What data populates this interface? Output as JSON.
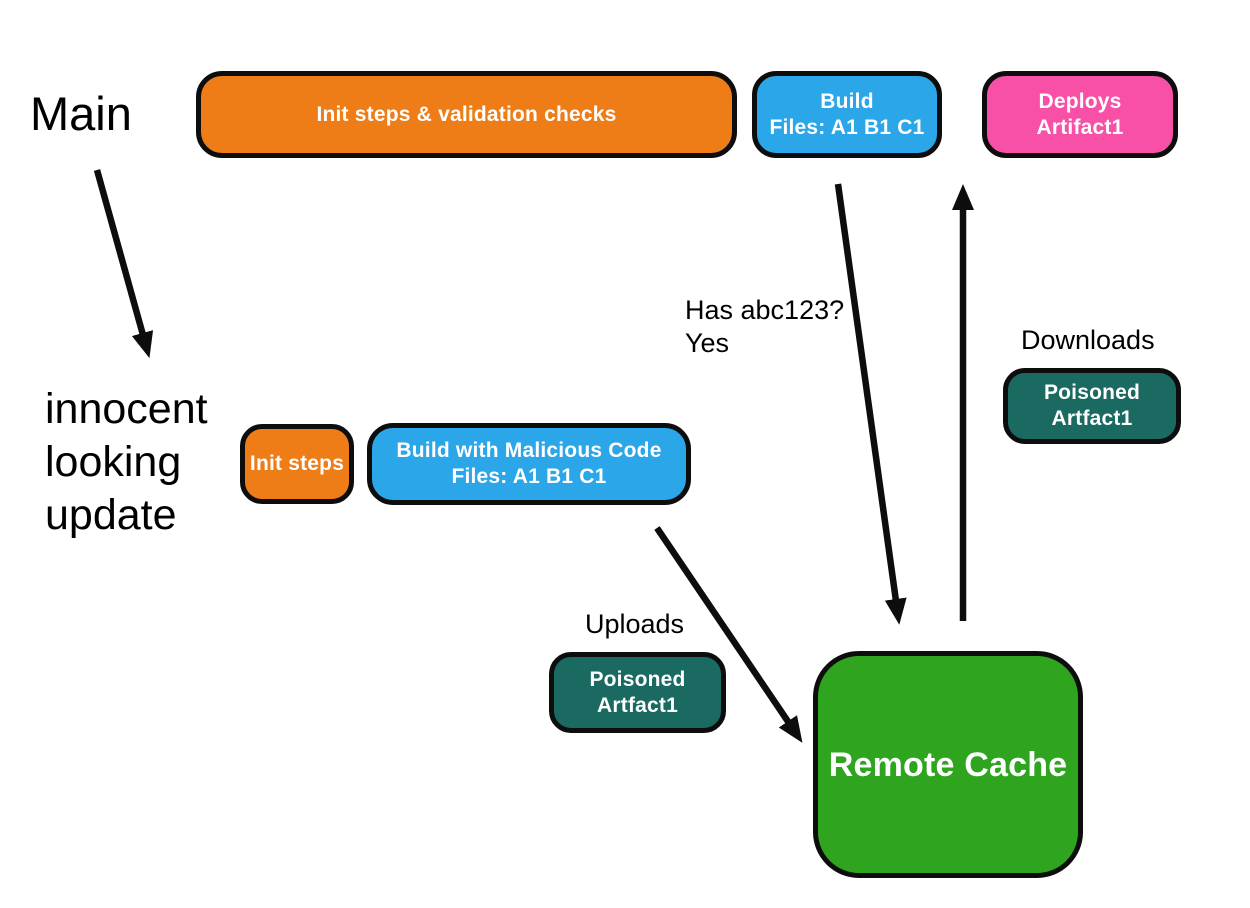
{
  "colors": {
    "background": "#ffffff",
    "orange": "#ee7d17",
    "blue": "#2ba6e9",
    "pink": "#f850a6",
    "teal": "#1b6a61",
    "green": "#2fa51f",
    "outline": "#0d0d0d",
    "box_text": "#ffffff",
    "plain_text": "#000000"
  },
  "branch_main": {
    "label": "Main",
    "init_validation_box": "Init steps & validation checks",
    "build_box": {
      "line1": "Build",
      "line2": "Files: A1 B1 C1"
    },
    "deploy_box": {
      "line1": "Deploys",
      "line2": "Artifact1"
    }
  },
  "branch_update": {
    "label_line1": "innocent",
    "label_line2": "looking",
    "label_line3": "update",
    "init_steps_box": "Init steps",
    "build_box": {
      "line1": "Build with Malicious Code",
      "line2": "Files: A1 B1 C1"
    }
  },
  "cache_flow": {
    "query_line1": "Has abc123?",
    "query_line2": "Yes",
    "downloads_label": "Downloads",
    "uploads_label": "Uploads",
    "download_artifact_box": {
      "line1": "Poisoned",
      "line2": "Artfact1"
    },
    "upload_artifact_box": {
      "line1": "Poisoned",
      "line2": "Artfact1"
    },
    "remote_cache_box": "Remote Cache"
  }
}
